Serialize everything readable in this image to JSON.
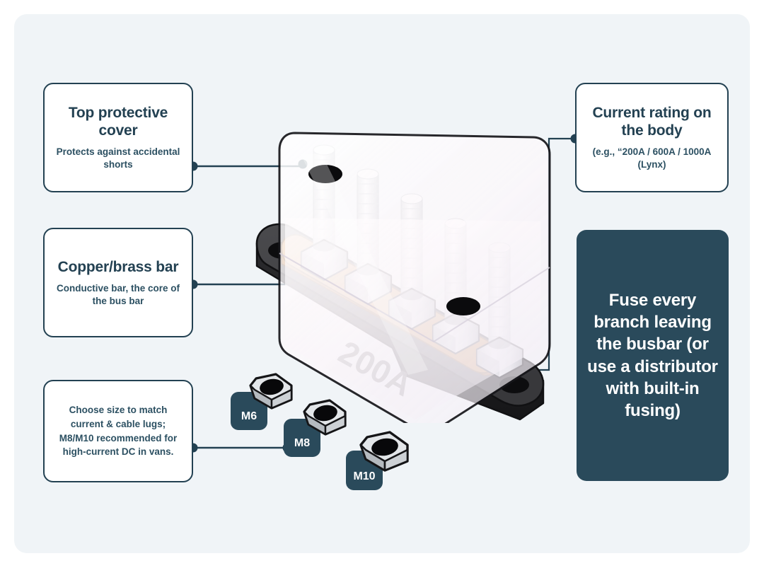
{
  "theme": {
    "page_bg": "#ffffff",
    "panel_bg": "#f0f4f7",
    "accent_dark": "#234152",
    "card_dark_bg": "#2a4a5b",
    "card_bg": "#ffffff",
    "copper": "#c08b4a",
    "base_dark": "#2e2e30",
    "metal": "#e9ebee"
  },
  "cards": {
    "cover": {
      "title": "Top protective cover",
      "sub": "Protects against accidental shorts"
    },
    "bar": {
      "title": "Copper/brass bar",
      "sub": "Conductive bar, the core of the bus bar"
    },
    "size": {
      "title": "",
      "sub": "Choose size to match current & cable lugs; M8/M10 recommended for high-current DC in vans."
    },
    "rating": {
      "title": "Current rating on the body",
      "sub": "(e.g., “200A / 600A / 1000A (Lynx)"
    },
    "fuse": {
      "title": "Fuse every branch leaving the busbar (or use a distributor with built-in fusing)"
    }
  },
  "nuts": [
    {
      "label": "M6",
      "icon": "hex-nut-icon"
    },
    {
      "label": "M8",
      "icon": "hex-nut-icon"
    },
    {
      "label": "M10",
      "icon": "hex-nut-icon"
    }
  ],
  "busbar": {
    "rating_text": "200A",
    "bolt_count": 5,
    "mount_hole_count": 2,
    "cover_hole_count": 2,
    "parts": {
      "cover": "transparent-cover",
      "bar": "copper-bar",
      "base": "black-base",
      "studs": "threaded-studs",
      "nuts": "hex-nuts"
    }
  },
  "connectors": [
    {
      "from": "cover-card",
      "to": "cover-part"
    },
    {
      "from": "bar-card",
      "to": "copper-bar-part"
    },
    {
      "from": "size-card",
      "to": "m8-nut-badge"
    },
    {
      "from": "rating-card",
      "to": "base-rating-text"
    }
  ]
}
